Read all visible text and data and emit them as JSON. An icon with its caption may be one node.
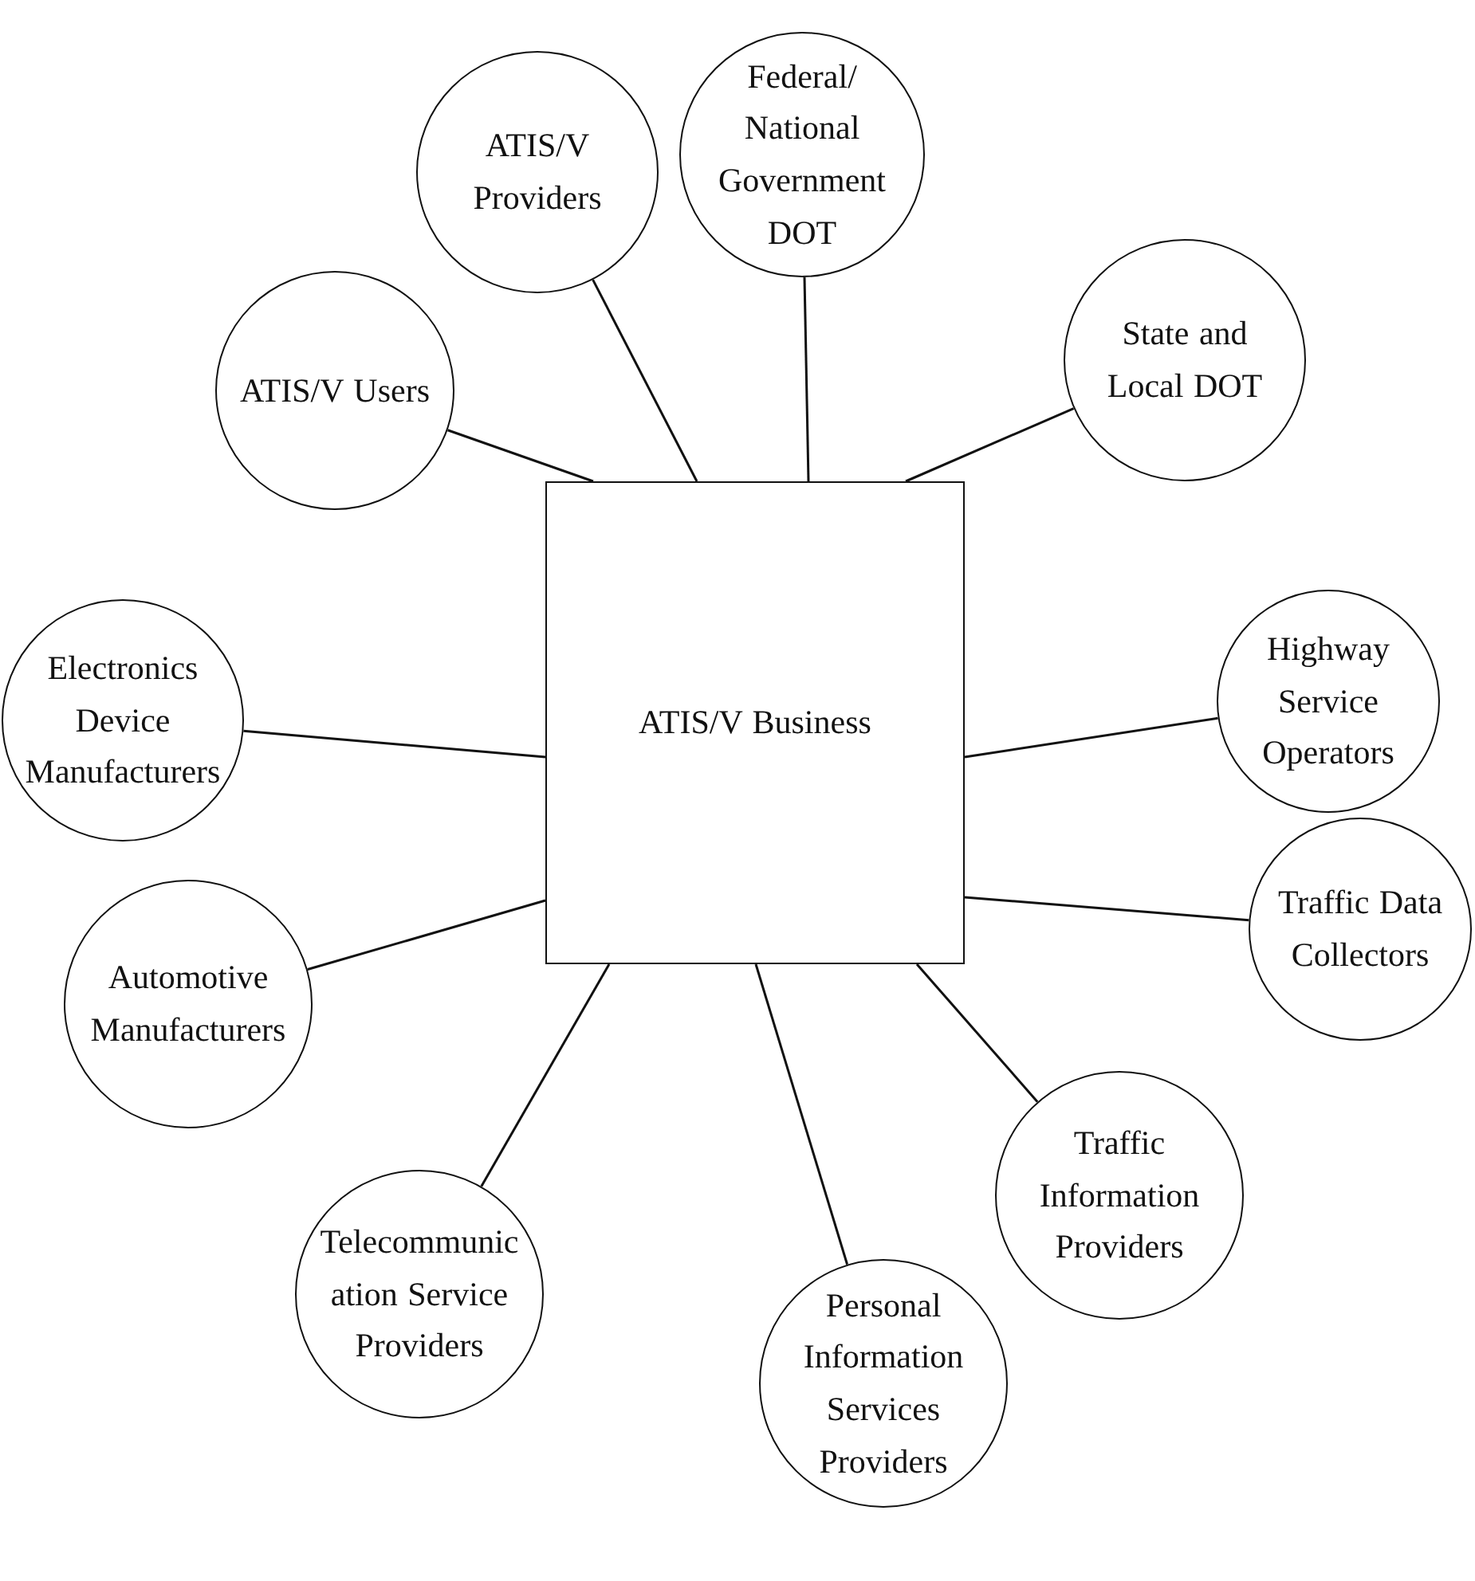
{
  "diagram": {
    "nodes": [
      {
        "text": [
          "ATIS/V Business"
        ]
      },
      {
        "text": [
          "ATIS/V Users"
        ]
      },
      {
        "text": [
          "ATIS/V Providers"
        ]
      },
      {
        "text": [
          "Federal/ National Government DOT"
        ]
      },
      {
        "text": [
          "State and Local DOT"
        ]
      },
      {
        "text": [
          "Highway Service Operators"
        ]
      },
      {
        "text": [
          "Traffic Data Collectors"
        ]
      },
      {
        "text": [
          "Traffic Information Providers"
        ]
      },
      {
        "text": [
          "Personal Information Services Providers"
        ]
      },
      {
        "text": [
          "Telecommunic ation Service Providers"
        ]
      },
      {
        "text": [
          "Automotive Manufacturers"
        ]
      },
      {
        "text": [
          "Electronics Device Manufacturers"
        ]
      }
    ],
    "edges": [
      {
        "from": 0,
        "to": 1,
        "arrow": "none"
      },
      {
        "from": 0,
        "to": 2,
        "arrow": "none"
      },
      {
        "from": 0,
        "to": 3,
        "arrow": "none"
      },
      {
        "from": 0,
        "to": 4,
        "arrow": "none"
      },
      {
        "from": 0,
        "to": 5,
        "arrow": "none"
      },
      {
        "from": 0,
        "to": 6,
        "arrow": "none"
      },
      {
        "from": 0,
        "to": 7,
        "arrow": "none"
      },
      {
        "from": 0,
        "to": 8,
        "arrow": "none"
      },
      {
        "from": 0,
        "to": 9,
        "arrow": "none"
      },
      {
        "from": 0,
        "to": 10,
        "arrow": "none"
      },
      {
        "from": 0,
        "to": 11,
        "arrow": "none"
      }
    ]
  }
}
